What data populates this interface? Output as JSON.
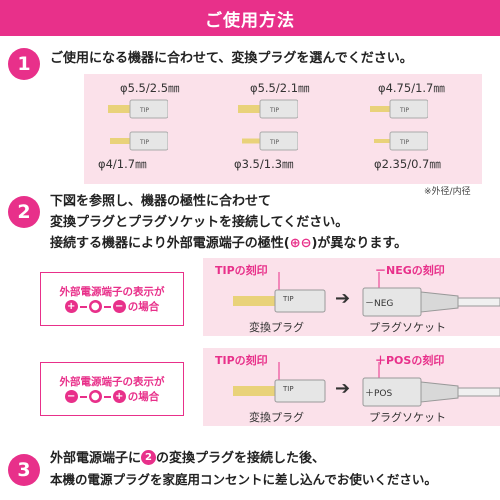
{
  "header": {
    "title": "ご使用方法"
  },
  "step1": {
    "number": "1",
    "text": "ご使用になる機器に合わせて、変換プラグを選んでください。",
    "plugs": [
      {
        "label": "φ5.5/2.5㎜"
      },
      {
        "label": "φ5.5/2.1㎜"
      },
      {
        "label": "φ4.75/1.7㎜"
      },
      {
        "label": "φ4/1.7㎜"
      },
      {
        "label": "φ3.5/1.3㎜"
      },
      {
        "label": "φ2.35/0.7㎜"
      }
    ],
    "plug_mark": "TIP",
    "note": "※外径/内径"
  },
  "step2": {
    "number": "2",
    "line1": "下図を参照し、機器の極性に合わせて",
    "line2": "変換プラグとプラグソケットを接続してください。",
    "line3_pre": "接続する機器により外部電源端子の極性(",
    "line3_syms": "⊕⊖",
    "line3_post": ")が異なります。",
    "case1": {
      "box_line1": "外部電源端子の表示が",
      "box_line2_suffix": "の場合",
      "tip_label": "TIPの刻印",
      "tip_mark": "TIP",
      "socket_label": "－NEGの刻印",
      "socket_mark": "－NEG",
      "plug_caption": "変換プラグ",
      "socket_caption": "プラグソケット"
    },
    "case2": {
      "box_line1": "外部電源端子の表示が",
      "box_line2_suffix": "の場合",
      "tip_label": "TIPの刻印",
      "tip_mark": "TIP",
      "socket_label": "＋POSの刻印",
      "socket_mark": "＋POS",
      "plug_caption": "変換プラグ",
      "socket_caption": "プラグソケット"
    }
  },
  "step3": {
    "number": "3",
    "line1_pre": "外部電源端子に",
    "line1_ref": "2",
    "line1_post": "の変換プラグを接続した後、",
    "line2": "本機の電源プラグを家庭用コンセントに差し込んでお使いください。"
  },
  "colors": {
    "accent": "#e8308a",
    "panel": "#fbe1ea"
  }
}
